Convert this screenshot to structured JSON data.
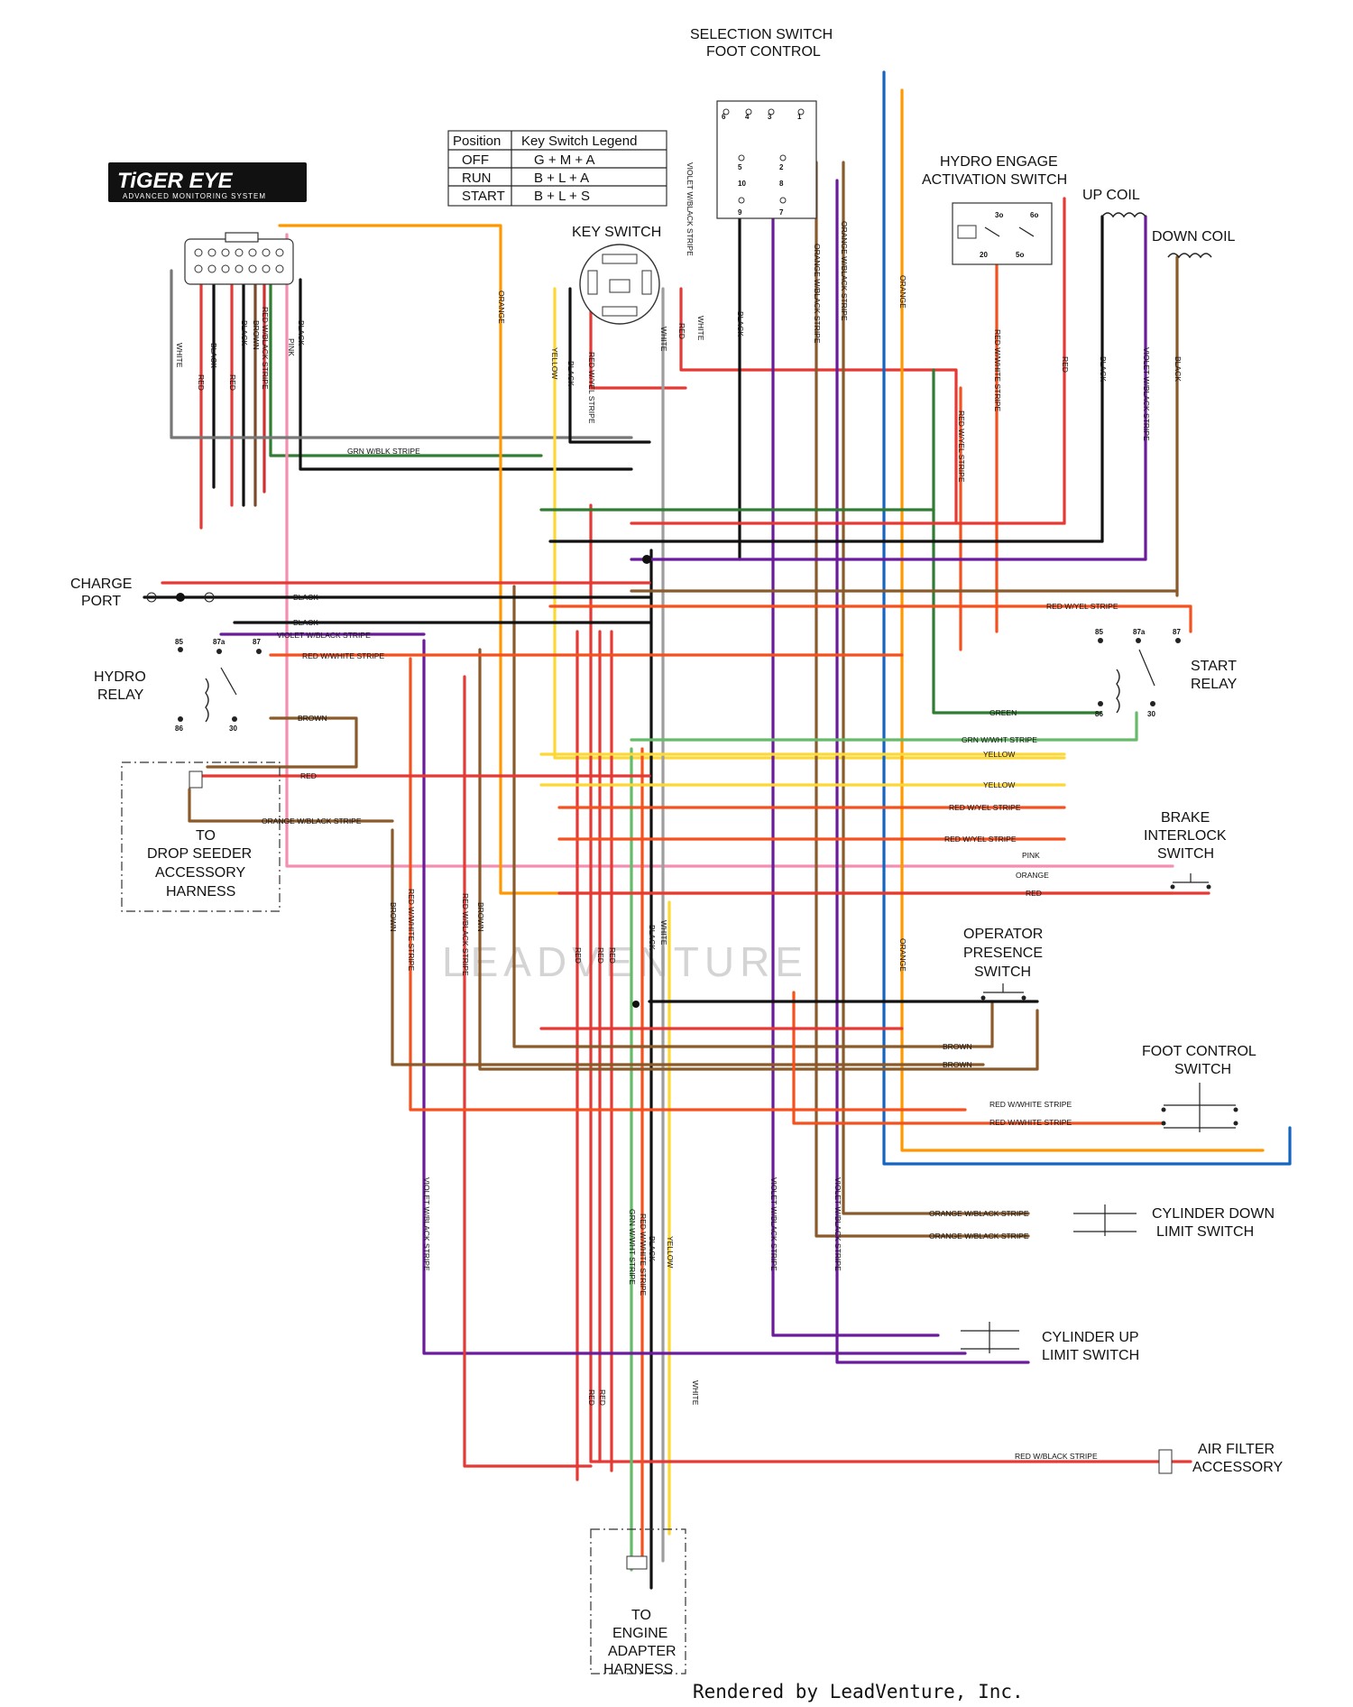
{
  "brand": {
    "logo_text": "TiGER EYE",
    "logo_subtitle": "ADVANCED MONITORING SYSTEM"
  },
  "legend": {
    "headers": [
      "Position",
      "Key Switch Legend"
    ],
    "rows": [
      [
        "OFF",
        "G + M + A"
      ],
      [
        "RUN",
        "B + L + A"
      ],
      [
        "START",
        "B + L + S"
      ]
    ]
  },
  "components": {
    "selection_switch": [
      "SELECTION SWITCH",
      "FOOT CONTROL"
    ],
    "key_switch": [
      "KEY SWITCH"
    ],
    "hydro_engage": [
      "HYDRO ENGAGE",
      "ACTIVATION SWITCH"
    ],
    "up_coil": [
      "UP COIL"
    ],
    "down_coil": [
      "DOWN COIL"
    ],
    "charge_port": [
      "CHARGE",
      "PORT"
    ],
    "hydro_relay": [
      "HYDRO",
      "RELAY"
    ],
    "start_relay": [
      "START",
      "RELAY"
    ],
    "drop_seeder": [
      "TO",
      "DROP SEEDER",
      "ACCESSORY",
      "HARNESS"
    ],
    "brake_interlock": [
      "BRAKE",
      "INTERLOCK",
      "SWITCH"
    ],
    "operator_presence": [
      "OPERATOR",
      "PRESENCE",
      "SWITCH"
    ],
    "foot_control_switch": [
      "FOOT CONTROL",
      "SWITCH"
    ],
    "cylinder_down": [
      "CYLINDER DOWN",
      "LIMIT SWITCH"
    ],
    "cylinder_up": [
      "CYLINDER UP",
      "LIMIT SWITCH"
    ],
    "air_filter": [
      "AIR FILTER",
      "ACCESSORY"
    ],
    "engine_adapter": [
      "TO",
      "ENGINE",
      "ADAPTER",
      "HARNESS"
    ]
  },
  "relay_pins": {
    "p85": "85",
    "p87a": "87a",
    "p87": "87",
    "p30": "30",
    "p86": "86"
  },
  "switch_pins": {
    "six": "6",
    "four": "4",
    "three": "3",
    "one": "1",
    "five": "5",
    "two": "2",
    "ten": "10",
    "eight": "8",
    "nine": "9",
    "seven": "7",
    "p3o": "3o",
    "p20": "20",
    "p5o": "5o",
    "p6o": "6o"
  },
  "wire_labels": {
    "white": "WHITE",
    "black": "BLACK",
    "red": "RED",
    "pink": "PINK",
    "brown": "BROWN",
    "orange": "ORANGE",
    "yellow": "YELLOW",
    "green": "GREEN",
    "red_black_stripe": "RED W/BLACK STRIPE",
    "grn_blk_stripe": "GRN W/BLK STRIPE",
    "red_yel_stripe": "RED W/YEL STRIPE",
    "violet_black_stripe": "VIOLET W/BLACK STRIPE",
    "red_white_stripe": "RED W/WHITE STRIPE",
    "orange_black_stripe": "ORANGE W/BLACK STRIPE",
    "grn_wht_stripe": "GRN W/WHT STRIPE",
    "red_yel_stripe_b": "RED W/YEL STRIPE",
    "red_yel_stripe_c": "RED W/YEL STRIPE",
    "red_white_stripe_b": "RED W/WHITE STRIPE",
    "orange_black_stripe_b": "ORANGE W/BLACK STRIPE",
    "red_black_stripe_b": "RED W/BLACK STRIPE",
    "grn_wht_stripe_b": "GRN W/WHT STRIPE",
    "violet_black_stripe_b": "VIOLET W/BLACK STRIPE",
    "red_white_stripe_c": "RED W/WHITE STRIPE",
    "red_yel_stripe_d": "RED W/YEL STRIPE",
    "red_white_stripe_d": "RED W/WHITE STRIPE",
    "red_wyel_stripe": "RED W/YEL STRIPE",
    "yellow_b": "YELLOW",
    "red_yel_stripe_e": "RED W/YEL STRIPE",
    "orange_b": "ORANGE",
    "red_b": "RED",
    "brown_b": "BROWN",
    "brown_c": "BROWN",
    "orange_black_stripe_c": "ORANGE W/BLACK STRIPE",
    "orange_black_stripe_d": "ORANGE W/BLACK STRIPE",
    "orange_black_stripe_e": "ORANGE W/BLACK STRIPE",
    "violet_black_stripe_c": "VIOLET W/BLACK STRIPE",
    "violet_black_stripe_d": "VIOLET W/BLACK STRIPE",
    "violet_black_stripe_e": "VIOLET W/BLACK STRIPE",
    "red_black_stripe_c": "RED W/BLACK STRIPE",
    "black_b": "BLACK",
    "black_c": "BLACK",
    "black_d": "BLACK",
    "black_e": "BLACK",
    "black_f": "BLACK",
    "black_g": "BLACK",
    "white_b": "WHITE",
    "white_c": "WHITE",
    "white_d": "WHITE",
    "yellow_c": "YELLOW",
    "yellow_d": "YELLOW",
    "red_c": "RED",
    "red_d": "RED",
    "red_e": "RED",
    "red_f": "RED",
    "red_g": "RED",
    "red_h": "RED",
    "red_i": "RED",
    "orange_c": "ORANGE",
    "orange_d": "ORANGE",
    "green_b": "GREEN",
    "pink_b": "PINK",
    "brown_d": "BROWN",
    "brown_e": "BROWN",
    "red_wht_stripe_f": "RED W/WHITE STRIPE",
    "grn_wht_stripe_c": "GRN W/WHT STRIPE"
  },
  "watermark": "LEADVENTURE",
  "footer": "Rendered by LeadVenture, Inc."
}
